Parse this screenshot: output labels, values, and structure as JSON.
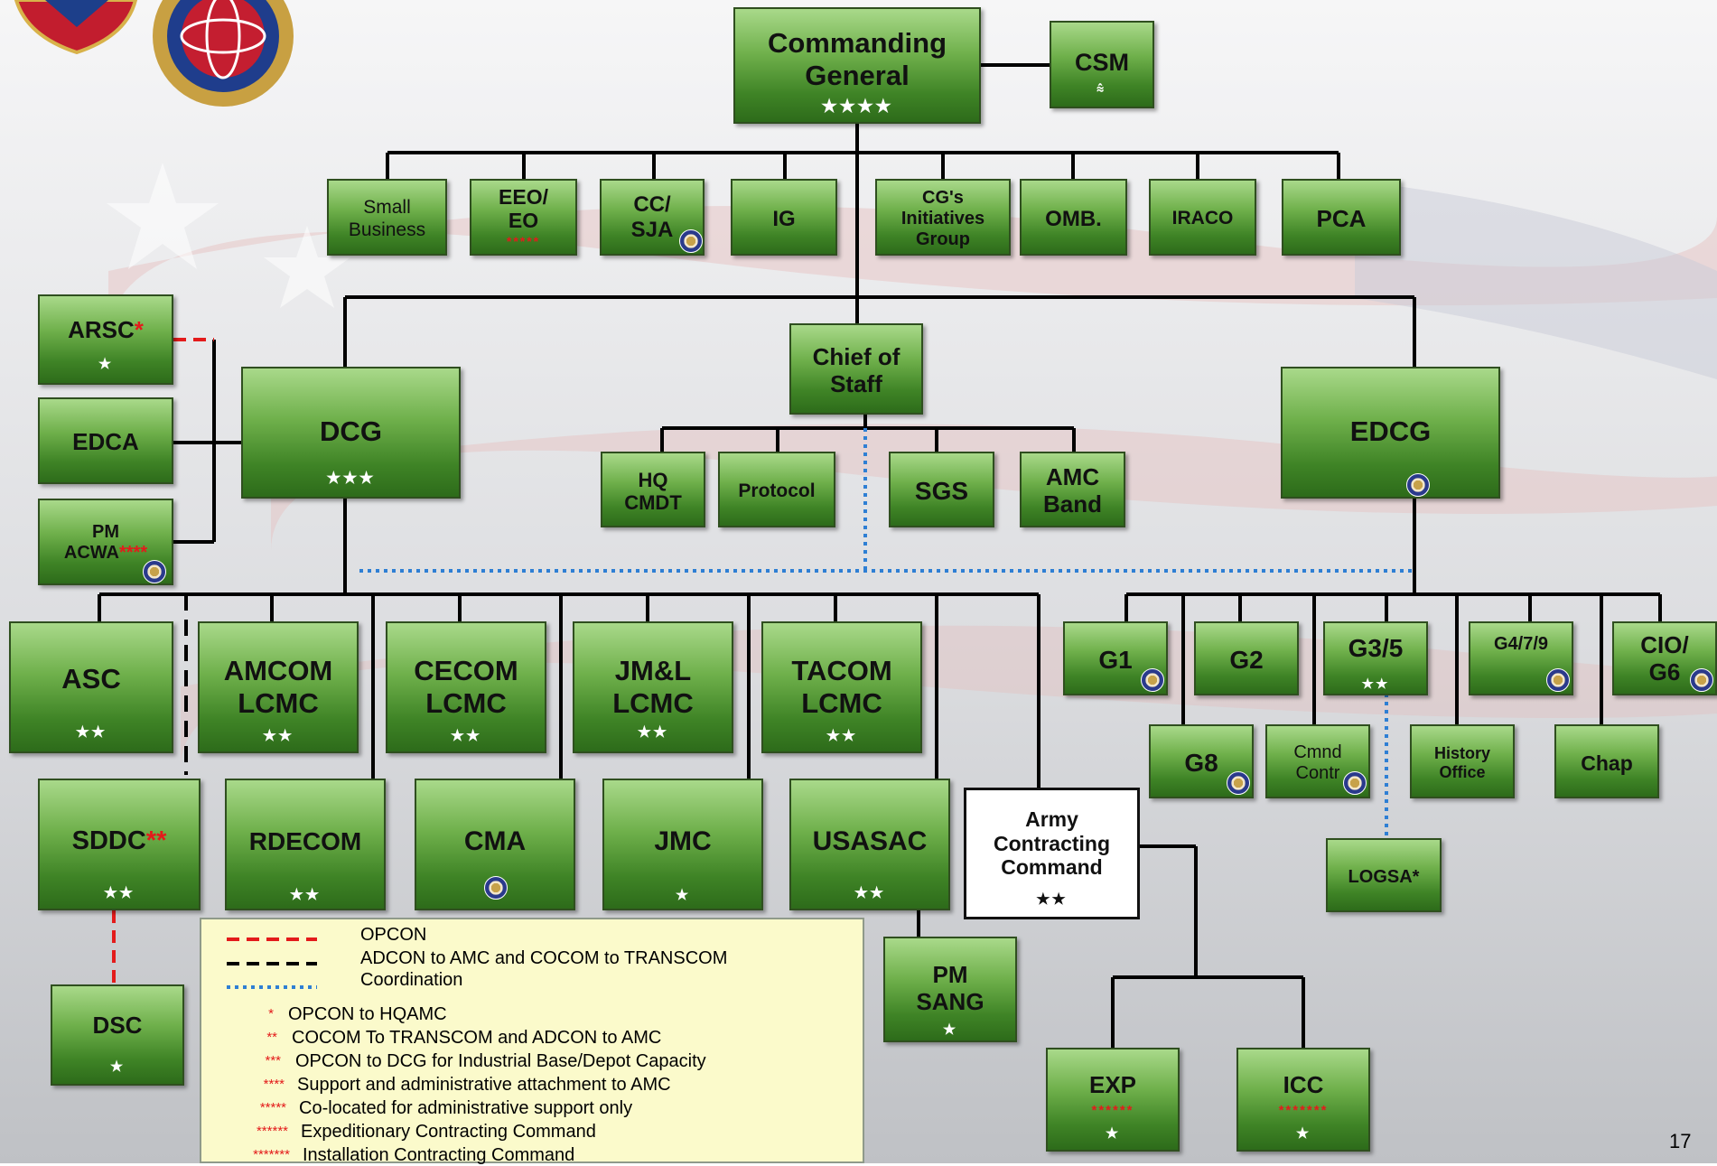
{
  "diagram": {
    "top": {
      "commanding_general": "Commanding\nGeneral",
      "commanding_general_stars": "★★★★",
      "csm": "CSM"
    },
    "personal_staff": {
      "small_business": "Small\nBusiness",
      "eeo": "EEO/\nEO",
      "eeo_marker": "*****",
      "cc_sja": "CC/\nSJA",
      "ig": "IG",
      "cg_initiatives": "CG's\nInitiatives\nGroup",
      "omb": "OMB.",
      "iraco": "IRACO",
      "pca": "PCA"
    },
    "command_group": {
      "chief_of_staff": "Chief of\nStaff",
      "dcg": "DCG",
      "dcg_stars": "★★★",
      "edcg": "EDCG",
      "arsc": "ARSC",
      "arsc_marker": "*",
      "arsc_stars": "★",
      "edca": "EDCA",
      "pm_acwa_line1": "PM",
      "pm_acwa_line2": "ACWA",
      "pm_acwa_marker": "****"
    },
    "chief_staff_offices": {
      "hq_cmdt": "HQ\nCMDT",
      "protocol": "Protocol",
      "sgs": "SGS",
      "amc_band": "AMC\nBand"
    },
    "commands": {
      "asc": "ASC",
      "asc_stars": "★★",
      "amcom": "AMCOM\nLCMC",
      "amcom_stars": "★★",
      "cecom": "CECOM\nLCMC",
      "cecom_stars": "★★",
      "jml": "JM&L\nLCMC",
      "jml_stars": "★★",
      "tacom": "TACOM\nLCMC",
      "tacom_stars": "★★",
      "sddc": "SDDC",
      "sddc_marker": "**",
      "sddc_stars": "★★",
      "rdecom": "RDECOM",
      "rdecom_stars": "★★",
      "cma": "CMA",
      "jmc": "JMC",
      "jmc_stars": "★",
      "usasac": "USASAC",
      "usasac_stars": "★★",
      "acc": "Army\nContracting\nCommand",
      "acc_stars": "★★",
      "dsc": "DSC",
      "dsc_stars": "★",
      "pm_sang": "PM\nSANG",
      "pm_sang_stars": "★",
      "exp": "EXP",
      "exp_marker": "******",
      "exp_stars": "★",
      "icc": "ICC",
      "icc_marker": "*******",
      "icc_stars": "★"
    },
    "staff_sections": {
      "g1": "G1",
      "g2": "G2",
      "g35": "G3/5",
      "g35_stars": "★★",
      "g479": "G4/7/9",
      "cio_g6": "CIO/\nG6",
      "g8": "G8",
      "cmnd_contr": "Cmnd\nContr",
      "history_office": "History\nOffice",
      "chap": "Chap",
      "logsa": "LOGSA*"
    }
  },
  "legend": {
    "line_items": [
      {
        "label": "OPCON",
        "style": "red-dashed"
      },
      {
        "label": "ADCON to AMC and COCOM to TRANSCOM",
        "style": "black-dashed"
      },
      {
        "label": "Coordination",
        "style": "blue-dotted"
      }
    ],
    "notes": [
      {
        "marker": "*",
        "text": "OPCON to HQAMC"
      },
      {
        "marker": "**",
        "text": "COCOM To TRANSCOM and ADCON to AMC"
      },
      {
        "marker": "***",
        "text": "OPCON to DCG for Industrial Base/Depot Capacity"
      },
      {
        "marker": "****",
        "text": "Support and administrative attachment to AMC"
      },
      {
        "marker": "*****",
        "text": "Co-located for administrative support only"
      },
      {
        "marker": "******",
        "text": "Expeditionary Contracting Command"
      },
      {
        "marker": "*******",
        "text": "Installation Contracting Command"
      }
    ]
  },
  "page_number": "17",
  "colors": {
    "box_green": "#4f9a30",
    "opcon_red": "#e31b1b",
    "coordination_blue": "#2e7fd4",
    "legend_bg": "#fbfacb"
  }
}
